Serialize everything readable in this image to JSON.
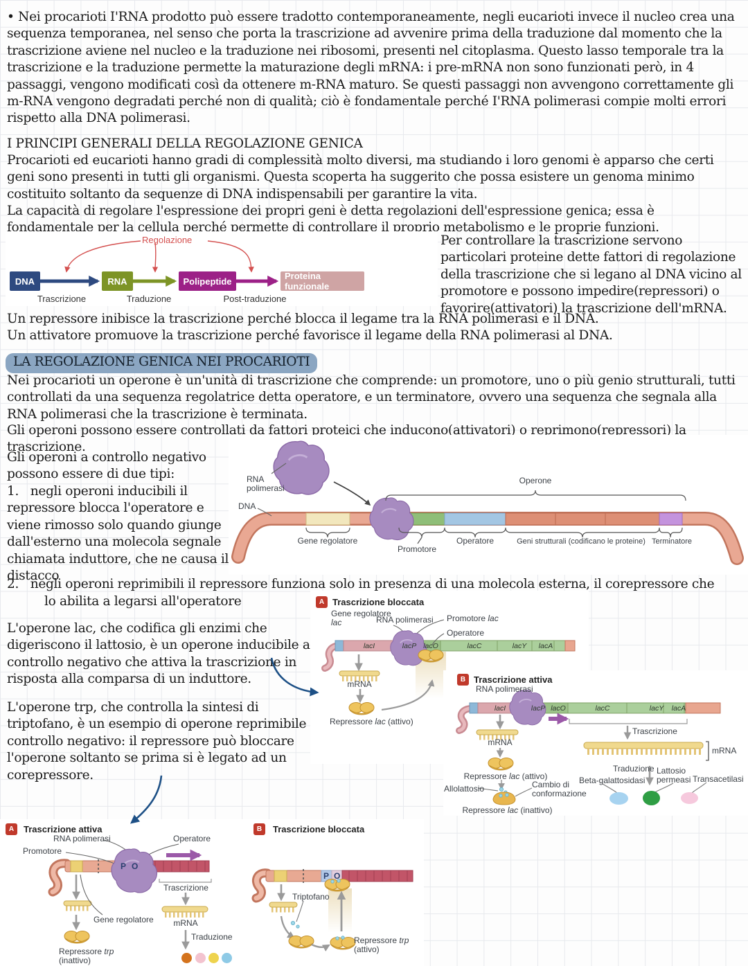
{
  "notes": {
    "para_rna": "• Nei procarioti I'RNA prodotto può essere tradotto contemporaneamente, negli eucarioti invece il nucleo crea una sequenza temporanea, nel senso che porta la trascrizione ad avvenire prima della traduzione dal momento che la trascrizione aviene nel nucleo e la traduzione nei ribosomi, presenti nel citoplasma. Questo lasso temporale tra la trascrizione e la traduzione permette la maturazione degli mRNA: i pre-mRNA non sono funzionati però, in 4 passaggi, vengono modificati così da ottenere m-RNA maturo. Se questi passaggi non avvengono correttamente gli m-RNA vengono degradati perché non di qualità; ciò è fondamentale perché I'RNA polimerasi compie molti errori rispetto alla DNA polimerasi.",
    "sec_principi": {
      "title": "I PRINCIPI GENERALI DELLA REGOLAZIONE GENICA",
      "para_genomi": "Procarioti ed eucarioti hanno gradi di complessità molto diversi, ma studiando i loro genomi è apparso che certi geni sono presenti in tutti gli organismi. Questa scoperta ha suggerito che possa esistere un genoma minimo costituito soltanto da sequenze di DNA indispensabili per garantire la vita.",
      "para_capacita": "La capacità di regolare l'espressione dei propri geni è detta regolazioni dell'espressione genica; essa è fondamentale per la cellula perché permette di controllare il proprio metabolismo e le proprie funzioni."
    },
    "para_fattori": "Per controllare la trascrizione servono particolari proteine dette fattori di regolazione della trascrizione che si legano al DNA vicino al promotore e possono impedire(repressori) o favorire(attivatori) la trascrizione dell'mRNA.",
    "line_repressore": "Un repressore inibisce la trascrizione perché blocca il legame tra la RNA polimerasi e il DNA.",
    "line_attivatore": "Un attivatore promuove la trascrizione perché favorisce il legame della RNA polimerasi al DNA.",
    "sec_procarioti": {
      "title": "LA REGOLAZIONE GENICA NEI PROCARIOTI",
      "highlight_color": "#8ba6c2",
      "para_operone": "Nei procarioti un operone è un'unità di trascrizione che comprende: un promotore, uno o più genio strutturali, tutti controllati da una sequenza regolatrice detta operatore, e un terminatore, ovvero una sequenza che segnala alla RNA polimerasi che la trascrizione è terminata.",
      "para_fattori_proteici": "Gli operoni possono essere controllati da fattori proteici che inducono(attivatori) o reprimono(repressori) la trascrizione.",
      "para_due_tipi": "Gli operoni a controllo negativo possono essere di due tipi:",
      "item_1": "1.   negli operoni inducibili il repressore blocca l'operatore e viene rimosso solo quando giunge dall'esterno una molecola segnale chiamata induttore, che ne causa il distacco",
      "item_2_line1": "2.   negli operoni reprimibili il repressore funziona solo in presenza di una molecola esterna, il corepressore che",
      "item_2_line2": "lo abilita a legarsi all'operatore"
    },
    "para_lac": "L'operone lac, che codifica gli enzimi che digeriscono il lattosio, è un operone inducibile a controllo negativo che attiva la trascrizione in risposta alla comparsa di un induttore.",
    "para_trp": "L'operone trp, che controlla la sintesi di triptofano, è un esempio di operone reprimibile a controllo negativo: il repressore può bloccare l'operone soltanto se prima si è legato ad un corepressore.",
    "ink_color": "#1d5086"
  },
  "flow_diagram": {
    "regulation": "Regolazione",
    "regulation_color": "#d4504f",
    "boxes": [
      {
        "label": "DNA",
        "color": "#2e4a80"
      },
      {
        "label": "RNA",
        "color": "#7d9426"
      },
      {
        "label": "Polipeptide",
        "color": "#9c2187"
      },
      {
        "label": "Proteina funzionale",
        "color": "#cfa4a4"
      }
    ],
    "steps": [
      "Trascrizione",
      "Traduzione",
      "Post-traduzione"
    ]
  },
  "operon_diagram": {
    "rna_pol": "RNA polimerasi",
    "dna": "DNA",
    "operone": "Operone",
    "gene_regolatore": "Gene regolatore",
    "promotore": "Promotore",
    "operatore": "Operatore",
    "geni_strutturali": "Geni strutturali (codificano le proteine)",
    "terminatore": "Terminatore"
  },
  "lac_blocked": {
    "badge": "A",
    "title": "Trascrizione bloccata",
    "gene_regolatore": "Gene regolatore <i>lac</i>",
    "rna_pol": "RNA polimerasi",
    "promotore": "Promotore <i>lac</i>",
    "operatore": "Operatore",
    "segments": [
      "lacI",
      "lacP",
      "lacO",
      "lacC",
      "lacY",
      "lacA"
    ],
    "mrna": "mRNA",
    "repressore": "Repressore <i>lac</i> (attivo)"
  },
  "lac_active": {
    "badge": "B",
    "title": "Trascrizione attiva",
    "rna_pol": "RNA polimerasi",
    "segments": [
      "lacI",
      "lacP",
      "lacO",
      "lacC",
      "lacY",
      "lacA"
    ],
    "mrna_left": "mRNA",
    "repressore_attivo": "Repressore <i>lac</i> (attivo)",
    "allolattosio": "Allolattosio",
    "cambio": "Cambio di conformazione",
    "repressore_inattivo": "Repressore <i>lac</i> (inattivo)",
    "trascrizione": "Trascrizione",
    "mrna_right": "mRNA",
    "traduzione": "Traduzione",
    "enzymes": [
      {
        "label": "Beta-galattosidasi",
        "color": "#a7d3f0"
      },
      {
        "label": "Lattosio permeasi",
        "color": "#2f9e44"
      },
      {
        "label": "Transacetilasi",
        "color": "#f6c9dd"
      }
    ]
  },
  "trp_active": {
    "badge": "A",
    "title": "Trascrizione attiva",
    "rna_pol": "RNA polimerasi",
    "promotore": "Promotore",
    "operatore": "Operatore",
    "p": "P",
    "o": "O",
    "trascrizione": "Trascrizione",
    "gene_regolatore": "Gene regolatore",
    "mrna": "mRNA",
    "traduzione": "Traduzione",
    "repressore": "Repressore <i>trp</i> (inattivo)",
    "dots": [
      {
        "color": "#d4731d"
      },
      {
        "color": "#f3c3cf"
      },
      {
        "color": "#eed34e"
      },
      {
        "color": "#8ecae6"
      }
    ]
  },
  "trp_blocked": {
    "badge": "B",
    "title": "Trascrizione bloccata",
    "p": "P",
    "o": "O",
    "triptofano": "Triptofano",
    "molecule_color": "#9fd8e8",
    "repressore": "Repressore <i>trp</i> (attivo)"
  }
}
